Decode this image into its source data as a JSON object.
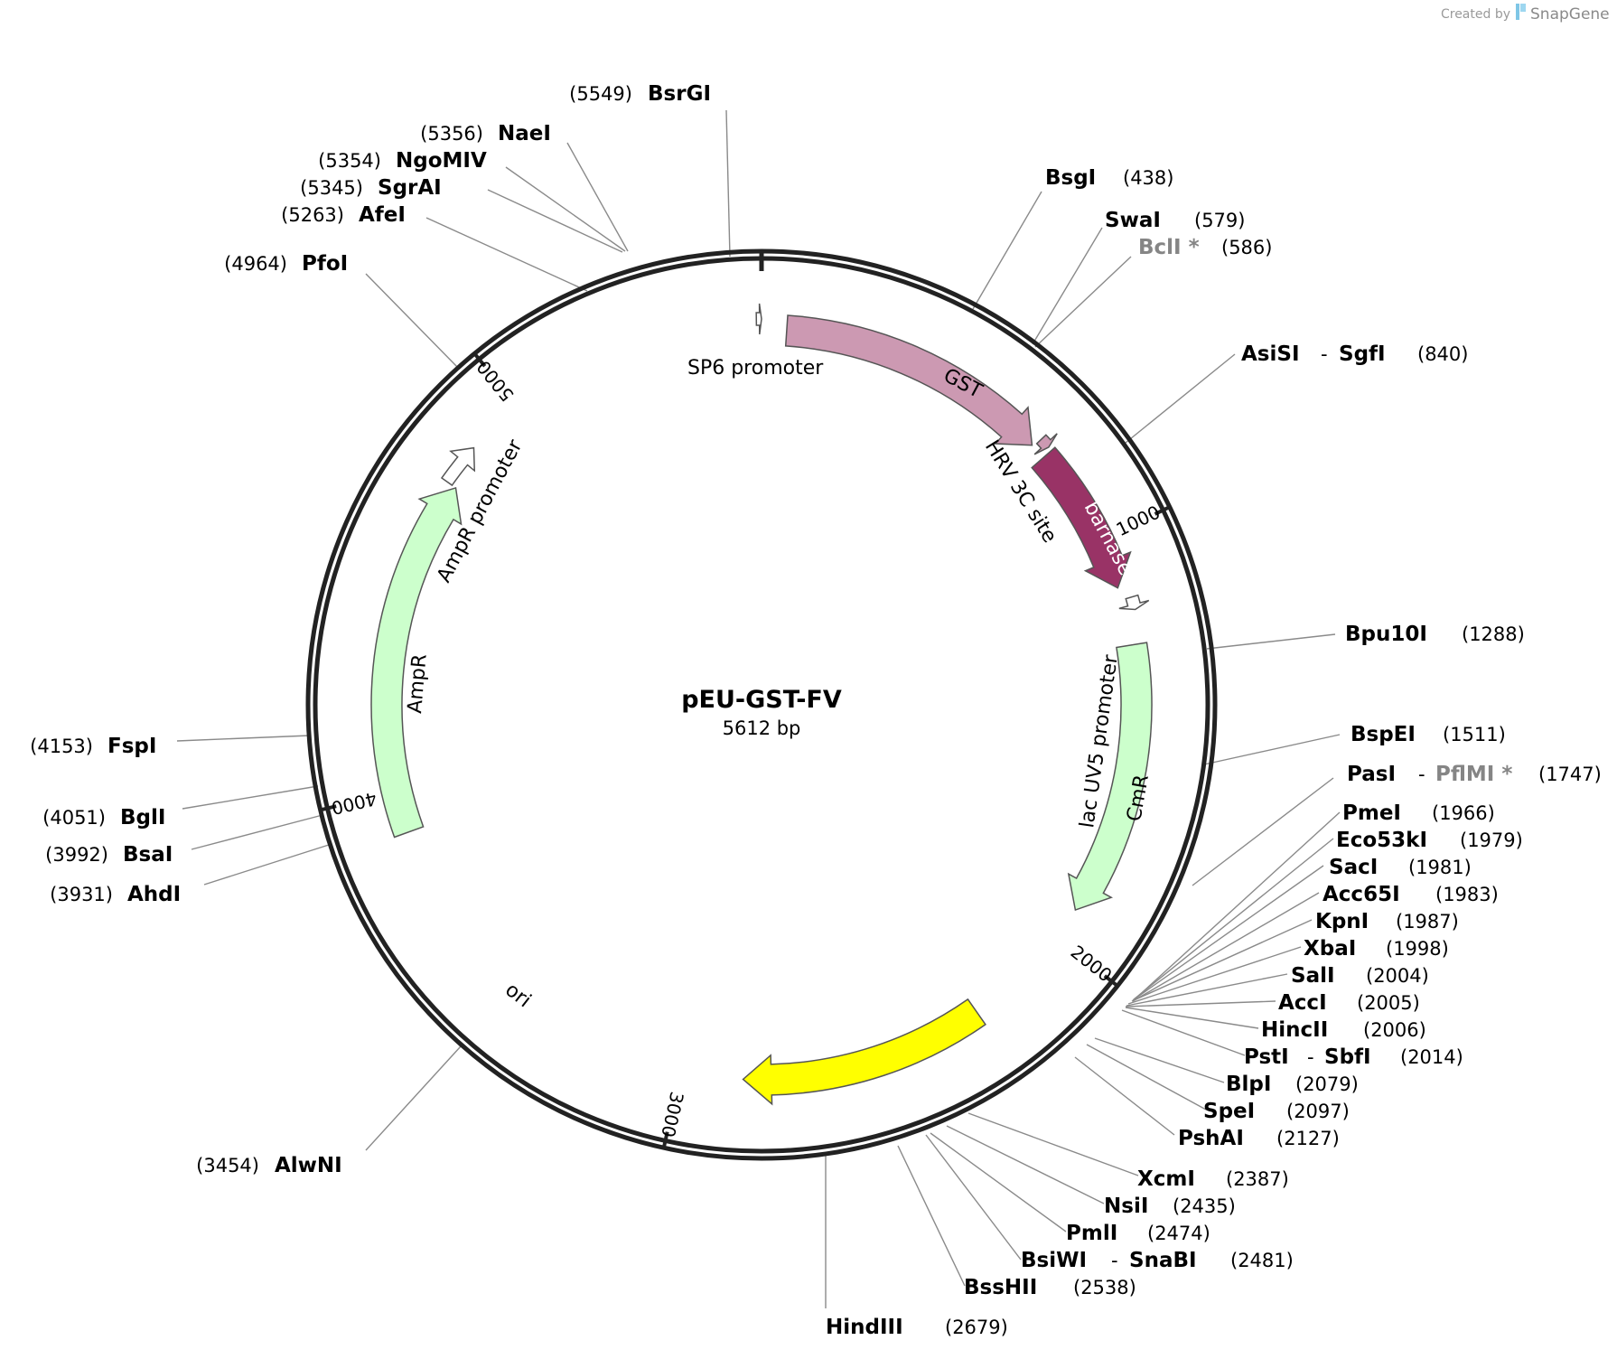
{
  "plasmid": {
    "name": "pEU-GST-FV",
    "size_label": "5612 bp",
    "length": 5612
  },
  "credit": {
    "prefix": "Created by",
    "brand": "SnapGene"
  },
  "ticks": [
    {
      "pos": 1000,
      "label": "1000"
    },
    {
      "pos": 2000,
      "label": "2000"
    },
    {
      "pos": 3000,
      "label": "3000"
    },
    {
      "pos": 4000,
      "label": "4000"
    },
    {
      "pos": 5000,
      "label": "5000"
    }
  ],
  "features": [
    {
      "name": "SP6 promoter",
      "start": 5600,
      "end": 5612,
      "color": "#ffffff",
      "type": "promoter"
    },
    {
      "name": "GST",
      "start": 60,
      "end": 720,
      "color": "#cc99b2",
      "type": "cds"
    },
    {
      "name": "HRV 3C site",
      "start": 725,
      "end": 750,
      "color": "#cc99b2",
      "type": "site"
    },
    {
      "name": "barnase",
      "start": 760,
      "end": 1120,
      "color": "#993366",
      "type": "cds"
    },
    {
      "name": "lac UV5 promoter",
      "start": 1150,
      "end": 1180,
      "color": "#ffffff",
      "type": "promoter"
    },
    {
      "name": "CmR",
      "start": 1260,
      "end": 1920,
      "color": "#ccffcc",
      "type": "cds"
    },
    {
      "name": "ori",
      "start": 2260,
      "end": 2850,
      "color": "#ffff00",
      "type": "rep"
    },
    {
      "name": "AmpR",
      "start": 3900,
      "end": 4760,
      "color": "#ccffcc",
      "type": "cds"
    },
    {
      "name": "AmpR promoter",
      "start": 4760,
      "end": 4860,
      "color": "#ffffff",
      "type": "promoter"
    }
  ],
  "sites": [
    {
      "enzyme": "BsrGI",
      "pos": "(5549)"
    },
    {
      "enzyme": "NaeI",
      "pos": "(5356)"
    },
    {
      "enzyme": "NgoMIV",
      "pos": "(5354)"
    },
    {
      "enzyme": "SgrAI",
      "pos": "(5345)"
    },
    {
      "enzyme": "AfeI",
      "pos": "(5263)"
    },
    {
      "enzyme": "PfoI",
      "pos": "(4964)"
    },
    {
      "enzyme": "BsgI",
      "pos": "(438)"
    },
    {
      "enzyme": "SwaI",
      "pos": "(579)"
    },
    {
      "enzyme": "BclI *",
      "pos": "(586)",
      "gray": true
    },
    {
      "enzyme": "AsiSI",
      "enzyme2": "SgfI",
      "pos": "(840)"
    },
    {
      "enzyme": "Bpu10I",
      "pos": "(1288)"
    },
    {
      "enzyme": "BspEI",
      "pos": "(1511)"
    },
    {
      "enzyme": "PasI",
      "enzyme2": "PflMI *",
      "enzyme2_gray": true,
      "pos": "(1747)"
    },
    {
      "enzyme": "PmeI",
      "pos": "(1966)"
    },
    {
      "enzyme": "Eco53kI",
      "pos": "(1979)"
    },
    {
      "enzyme": "SacI",
      "pos": "(1981)"
    },
    {
      "enzyme": "Acc65I",
      "pos": "(1983)"
    },
    {
      "enzyme": "KpnI",
      "pos": "(1987)"
    },
    {
      "enzyme": "XbaI",
      "pos": "(1998)"
    },
    {
      "enzyme": "SalI",
      "pos": "(2004)"
    },
    {
      "enzyme": "AccI",
      "pos": "(2005)"
    },
    {
      "enzyme": "HincII",
      "pos": "(2006)"
    },
    {
      "enzyme": "PstI",
      "enzyme2": "SbfI",
      "pos": "(2014)"
    },
    {
      "enzyme": "BlpI",
      "pos": "(2079)"
    },
    {
      "enzyme": "SpeI",
      "pos": "(2097)"
    },
    {
      "enzyme": "PshAI",
      "pos": "(2127)"
    },
    {
      "enzyme": "XcmI",
      "pos": "(2387)"
    },
    {
      "enzyme": "NsiI",
      "pos": "(2435)"
    },
    {
      "enzyme": "PmlI",
      "pos": "(2474)"
    },
    {
      "enzyme": "BsiWI",
      "enzyme2": "SnaBI",
      "pos": "(2481)"
    },
    {
      "enzyme": "BssHII",
      "pos": "(2538)"
    },
    {
      "enzyme": "HindIII",
      "pos": "(2679)"
    },
    {
      "enzyme": "AlwNI",
      "pos": "(3454)"
    },
    {
      "enzyme": "AhdI",
      "pos": "(3931)"
    },
    {
      "enzyme": "BsaI",
      "pos": "(3992)"
    },
    {
      "enzyme": "BglI",
      "pos": "(4051)"
    },
    {
      "enzyme": "FspI",
      "pos": "(4153)"
    }
  ]
}
